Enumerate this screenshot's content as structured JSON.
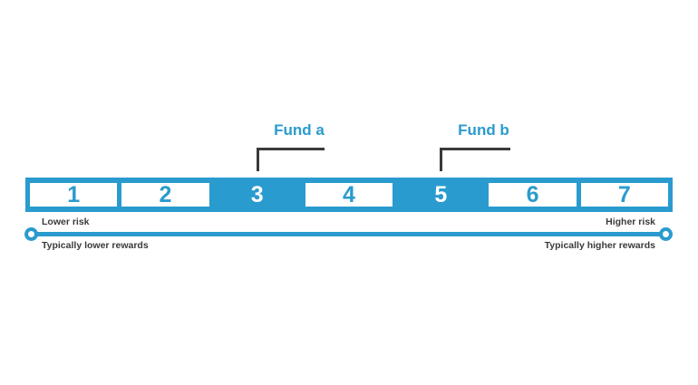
{
  "risk_scale": {
    "segments": [
      {
        "value": "1",
        "highlighted": false
      },
      {
        "value": "2",
        "highlighted": false
      },
      {
        "value": "3",
        "highlighted": true
      },
      {
        "value": "4",
        "highlighted": false
      },
      {
        "value": "5",
        "highlighted": true
      },
      {
        "value": "6",
        "highlighted": false
      },
      {
        "value": "7",
        "highlighted": false
      }
    ]
  },
  "funds": [
    {
      "label": "Fund a",
      "points_to_segment": "3"
    },
    {
      "label": "Fund b",
      "points_to_segment": "5"
    }
  ],
  "axis_labels": {
    "left_top": "Lower risk",
    "left_bottom": "Typically lower rewards",
    "right_top": "Higher risk",
    "right_bottom": "Typically higher rewards"
  },
  "colors": {
    "accent_blue": "#2a9bce",
    "bracket_gray": "#3a3a3a",
    "label_gray": "#3a3a3a",
    "segment_background": "#ffffff"
  }
}
